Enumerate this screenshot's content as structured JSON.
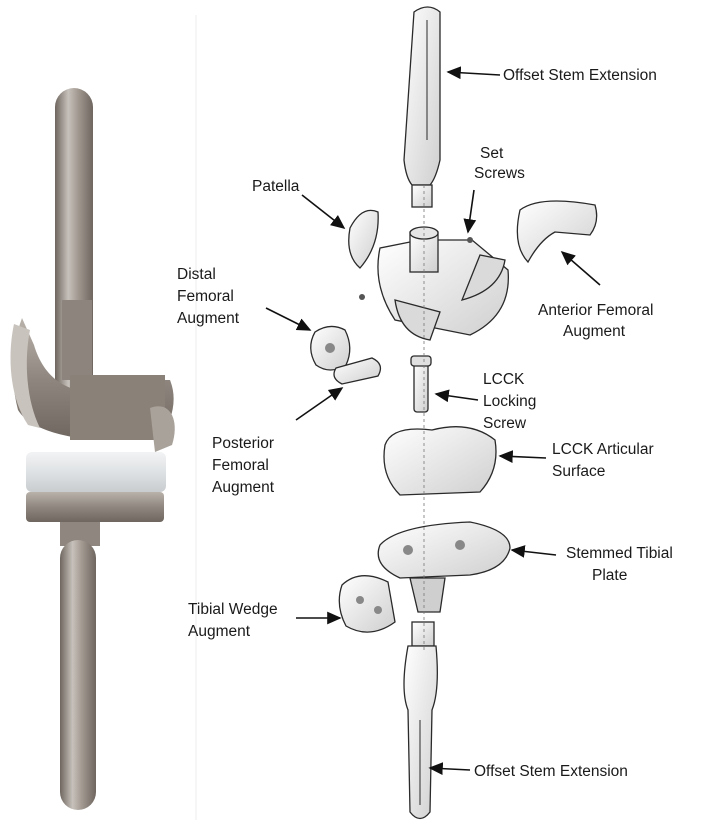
{
  "labels": {
    "offset_stem_top": "Offset Stem Extension",
    "set_screws": [
      "Set",
      "Screws"
    ],
    "patella": "Patella",
    "anterior_femoral_augment": [
      "Anterior Femoral",
      "Augment"
    ],
    "distal_femoral_augment": [
      "Distal",
      "Femoral",
      "Augment"
    ],
    "lcck_locking_screw": [
      "LCCK",
      "Locking",
      "Screw"
    ],
    "posterior_femoral_augment": [
      "Posterior",
      "Femoral",
      "Augment"
    ],
    "lcck_articular_surface": [
      "LCCK Articular",
      "Surface"
    ],
    "stemmed_tibial_plate": [
      "Stemmed Tibial",
      "Plate"
    ],
    "tibial_wedge_augment": [
      "Tibial Wedge",
      "Augment"
    ],
    "offset_stem_bottom": "Offset Stem Extension"
  },
  "colors": {
    "photo_metal": "#9a9189",
    "photo_metal_light": "#c7c1bb",
    "photo_metal_dark": "#6e665f",
    "photo_poly": "#e6e8ea",
    "line_art": "#2a2a2a",
    "line_fill": "#f4f4f4",
    "part_shade": "#bdbdbd"
  }
}
